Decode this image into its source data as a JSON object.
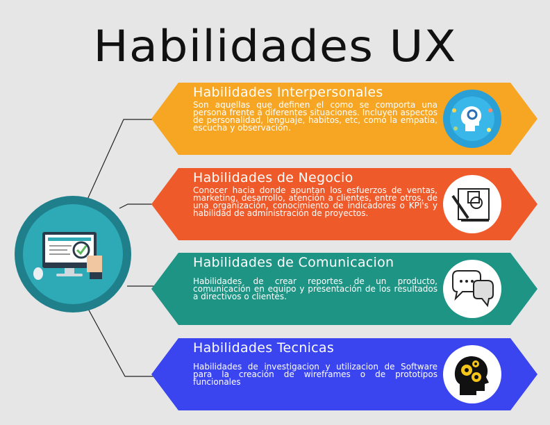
{
  "title": "Habilidades UX",
  "colors": {
    "background": "#e6e6e6",
    "interpersonal": "#f7a623",
    "negocio": "#ef5a2a",
    "comunicacion": "#1e9485",
    "tecnicas": "#3a45ef",
    "hub": "#2ea9b6"
  },
  "cards": [
    {
      "title": "Habilidades Interpersonales",
      "text": "Son aquellas que definen el como se comporta una persona frente a diferentes situaciones. Incluyen aspectos de personalidad, lenguaje, habitos, etc, como la empatia, escucha y observación.",
      "icon": "head-network-icon"
    },
    {
      "title": "Habilidades de Negocio",
      "text": "Conocer hacia donde apuntan los esfuerzos de ventas, marketing, desarrollo, atención a clientes, entre otros, de una organización, conocimiento de indicadores o KPI's y habilidad de administración de proyectos.",
      "icon": "drafting-icon"
    },
    {
      "title": "Habilidades de Comunicacion",
      "text": "Habilidades de crear reportes de un producto, comunicación en equipo y presentación de los resultados a directivos o clientes.",
      "icon": "speech-bubbles-icon"
    },
    {
      "title": "Habilidades Tecnicas",
      "text": "Habilidades de investigacion y utilizacion de Software para la creación de wireframes o de prototipos funcionales",
      "icon": "head-gears-icon"
    }
  ],
  "hub_icon": "computer-inspection-icon"
}
